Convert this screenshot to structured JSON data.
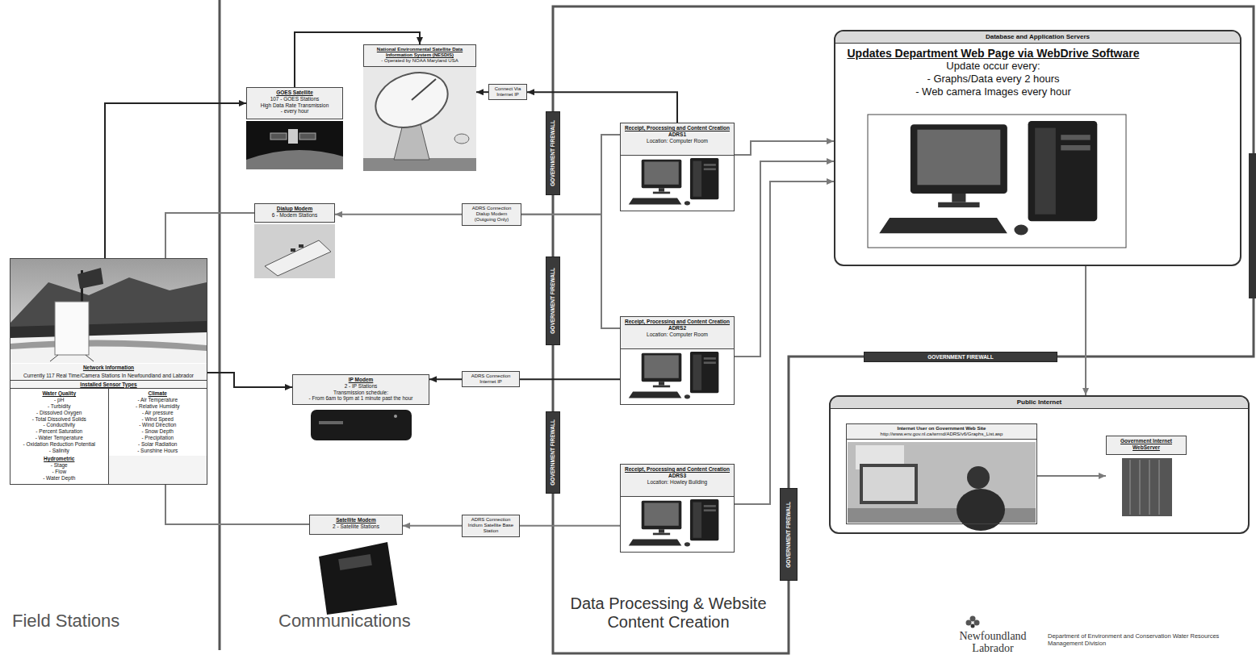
{
  "diagram": {
    "nodes": [
      {
        "text": [
          "Network Information",
          "Currently 117 Real Time/Camera Stations In Newfoundland and Labrador",
          "Installed Sensor Types"
        ]
      },
      {
        "text": [
          "Water Quality",
          "- pH",
          "- Turbidity",
          "- Dissolved Oxygen",
          "- Total Dissolved Solids",
          "- Conductivity",
          "- Percent Saturation",
          "- Water Temperature",
          "- Oxidation Reduction Potential",
          "- Salinity",
          "Hydrometric",
          "- Stage",
          "- Flow",
          "- Water Depth"
        ],
        "in": 0
      },
      {
        "text": [
          "Climate",
          "- Air Temperature",
          "- Relative Humidity",
          "- Air pressure",
          "- Wind Speed",
          "- Wind Direction",
          "- Snow Depth",
          "- Precipitation",
          "- Solar Radiation",
          "- Sunshine Hours"
        ],
        "in": 0
      },
      {
        "text": [
          "GOES Satellite",
          "107 - GOES Stations",
          "High Data Rate Transmission",
          "- every hour"
        ]
      },
      {
        "text": [
          "National Environmental Satellite Data Information System (NESDIS)",
          "- Operated by NOAA Maryland USA"
        ]
      },
      {
        "text": [
          "Connect Via Internet IP"
        ]
      },
      {
        "text": [
          "Dialup Modem",
          "6 - Modem Stations"
        ]
      },
      {
        "text": [
          "ADRS Connection Dialup Modem (Outgoing Only)"
        ]
      },
      {
        "text": [
          "IP Modem",
          "2 - IP Stations",
          "Transmission schedule:",
          "- From 6am to 9pm at 1 minute past the hour"
        ]
      },
      {
        "text": [
          "ADRS Connection Internet IP"
        ]
      },
      {
        "text": [
          "Satellite Modem",
          "2 - Satellite Stations"
        ]
      },
      {
        "text": [
          "ADRS Connection Iridium Satellite Base Station"
        ]
      },
      {
        "text": [
          "Receipt, Processing and Content Creation",
          "ADRS1",
          "Location: Computer Room"
        ]
      },
      {
        "text": [
          "Receipt, Processing and Content Creation",
          "ADRS2",
          "Location: Computer Room"
        ]
      },
      {
        "text": [
          "Receipt, Processing and Content Creation",
          "ADRS3",
          "Location: Howley Building"
        ]
      },
      {
        "text": [
          "Database and Application Servers",
          "Updates Department Web Page via WebDrive Software",
          "Update occur every:",
          "- Graphs/Data every 2 hours",
          "- Web camera Images every hour"
        ]
      },
      {
        "text": [
          "Public Internet"
        ]
      },
      {
        "text": [
          "Internet User on Government Web Site",
          "http://www.env.gov.nl.ca/wrmd/ADRS/v6/Graphs_List.asp"
        ],
        "in": 16
      },
      {
        "text": [
          "Government Internet WebServer"
        ],
        "in": 16
      },
      {
        "text": [
          "GOVERNMENT FIREWALL"
        ]
      },
      {
        "text": [
          "GOVERNMENT FIREWALL"
        ]
      },
      {
        "text": [
          "GOVERNMENT FIREWALL"
        ]
      },
      {
        "text": [
          "GOVERNMENT FIREWALL"
        ]
      },
      {
        "text": [
          "GOVERNMENT FIREWALL"
        ]
      }
    ],
    "edges": [
      {
        "from": 0,
        "to": 3,
        "arrow": "to"
      },
      {
        "from": 3,
        "to": 4,
        "arrow": "to"
      },
      {
        "from": 12,
        "to": 5,
        "arrow": "to"
      },
      {
        "from": 5,
        "to": 4,
        "arrow": "to"
      },
      {
        "from": 12,
        "to": 7,
        "arrow": "none"
      },
      {
        "from": 13,
        "to": 7,
        "arrow": "none"
      },
      {
        "from": 7,
        "to": 6,
        "arrow": "to"
      },
      {
        "from": 6,
        "to": 0,
        "arrow": "none"
      },
      {
        "from": 13,
        "to": 9,
        "arrow": "none"
      },
      {
        "from": 9,
        "to": 8,
        "arrow": "to"
      },
      {
        "from": 0,
        "to": 8,
        "arrow": "to"
      },
      {
        "from": 14,
        "to": 11,
        "arrow": "none"
      },
      {
        "from": 11,
        "to": 10,
        "arrow": "to"
      },
      {
        "from": 10,
        "to": 0,
        "arrow": "none"
      },
      {
        "from": 12,
        "to": 15,
        "arrow": "to"
      },
      {
        "from": 13,
        "to": 15,
        "arrow": "to"
      },
      {
        "from": 14,
        "to": 15,
        "arrow": "to"
      },
      {
        "from": 15,
        "to": 16,
        "arrow": "to"
      },
      {
        "from": 17,
        "to": 18,
        "arrow": "to"
      }
    ],
    "labels": [
      "Field Stations",
      "Communications",
      "Data Processing & Website Content Creation",
      "Newfoundland Labrador",
      "Department of Environment and Conservation Water Resources Management Division"
    ]
  }
}
